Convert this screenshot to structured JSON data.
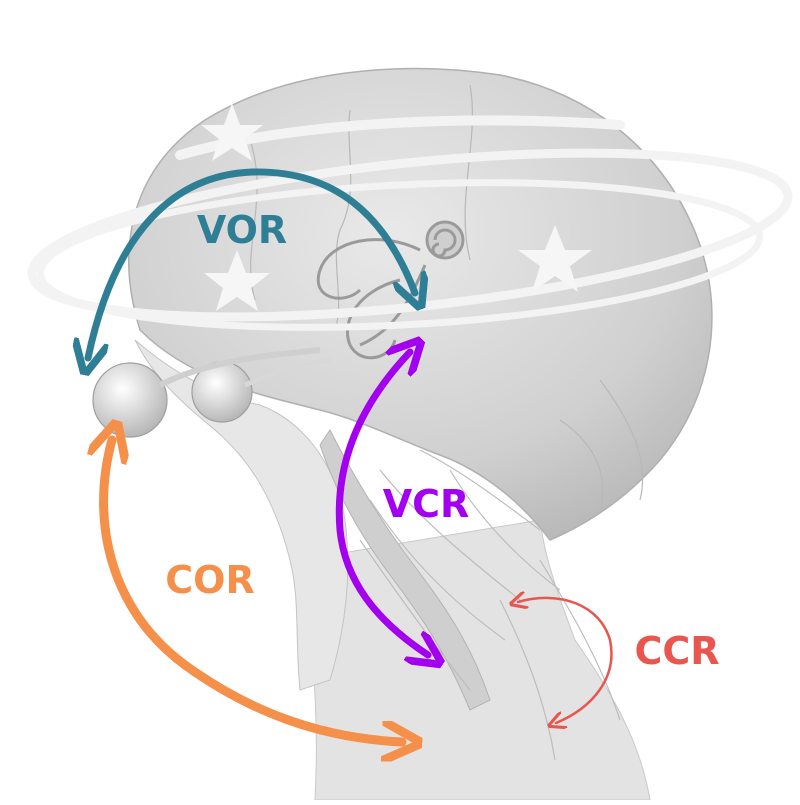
{
  "labels": {
    "vor": "VOR",
    "vcr": "VCR",
    "cor": "COR",
    "ccr": "CCR"
  },
  "colors": {
    "vor": "#2e7f96",
    "vcr": "#a400f0",
    "cor": "#f5904a",
    "ccr": "#e8564e",
    "anatomy": "#d4d4d4",
    "anatomy_dark": "#b5b5b5",
    "rings": "#f2f2f2",
    "stars": "#f5f5f5"
  },
  "icons": {
    "star": "star-icon",
    "eyes": "eyeball-icon",
    "inner_ear": "inner-ear-icon"
  }
}
